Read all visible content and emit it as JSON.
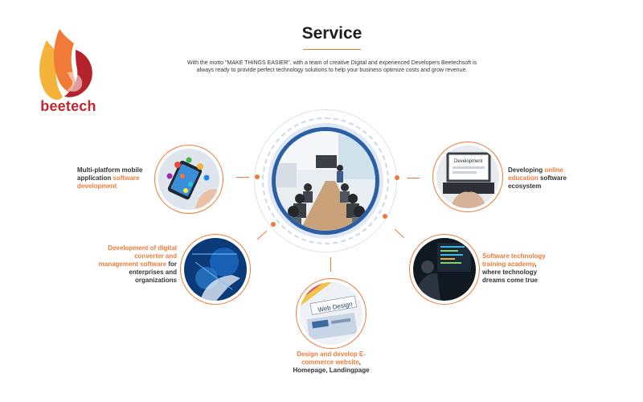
{
  "brand": {
    "logo_text": "beetech"
  },
  "header": {
    "title": "Service",
    "subtitle": "With the motto \"MAKE THINGS EASIER\", with a team of creative Digital and experienced Developers Beetechsoft is always ready to provide perfect technology solutions to help your business optimize costs and grow revenue."
  },
  "services": {
    "mobile": {
      "pre": "Multi-platform mobile application ",
      "hl": "software development",
      "post": ""
    },
    "digital": {
      "pre": "",
      "hl": "Development of digital converter and management software",
      "post": " for enterprises and organizations"
    },
    "ecommerce": {
      "pre": "",
      "hl": "Design and develop E-commerce website",
      "post": ", Homepage, Landingpage"
    },
    "education": {
      "pre": "Developing ",
      "hl": "online education",
      "post": " software ecosystem"
    },
    "academy": {
      "pre": "",
      "hl": "Software technology training academy",
      "post": ", where technology dreams come true"
    }
  },
  "images": {
    "education_screen_text": "Development",
    "web_design_text": "Web Design"
  },
  "colors": {
    "accent": "#f07b38",
    "brand_red": "#c0272d",
    "ring_blue": "#2a5fa6"
  }
}
